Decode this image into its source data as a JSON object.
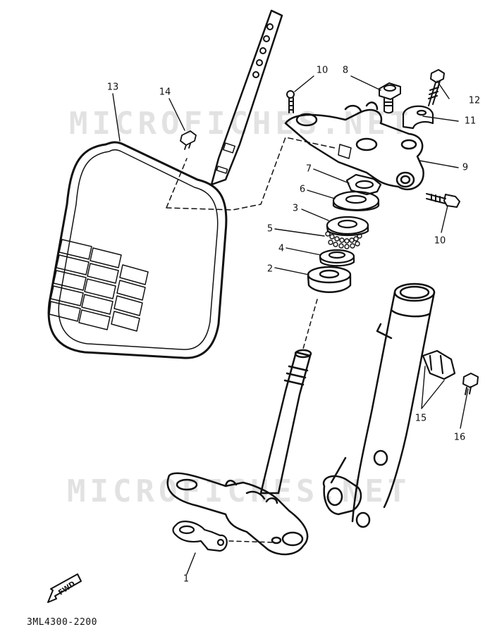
{
  "diagram": {
    "document_code": "3ML4300-2200",
    "fwd_label": "FWD",
    "watermark_text": "MICROFICHES.NET",
    "callouts": [
      {
        "id": "c1",
        "label": "1"
      },
      {
        "id": "c2",
        "label": "2"
      },
      {
        "id": "c3",
        "label": "3"
      },
      {
        "id": "c4",
        "label": "4"
      },
      {
        "id": "c5",
        "label": "5"
      },
      {
        "id": "c6",
        "label": "6"
      },
      {
        "id": "c7",
        "label": "7"
      },
      {
        "id": "c8",
        "label": "8"
      },
      {
        "id": "c9",
        "label": "9"
      },
      {
        "id": "c10a",
        "label": "10"
      },
      {
        "id": "c10b",
        "label": "10"
      },
      {
        "id": "c11",
        "label": "11"
      },
      {
        "id": "c12",
        "label": "12"
      },
      {
        "id": "c13",
        "label": "13"
      },
      {
        "id": "c14",
        "label": "14"
      },
      {
        "id": "c15",
        "label": "15"
      },
      {
        "id": "c16",
        "label": "16"
      }
    ]
  }
}
